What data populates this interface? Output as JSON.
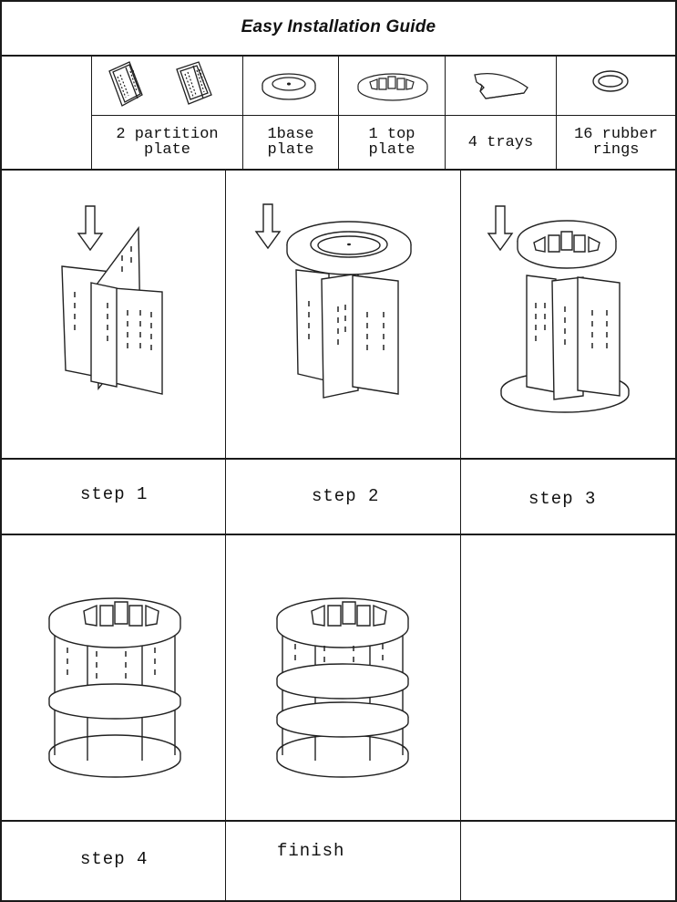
{
  "title": "Easy Installation Guide",
  "parts": [
    {
      "icon": "partition-plate-icon",
      "label": "2 partition\nplate"
    },
    {
      "icon": "base-plate-icon",
      "label": "1base\nplate"
    },
    {
      "icon": "top-plate-icon",
      "label": "1 top\nplate"
    },
    {
      "icon": "tray-icon",
      "label": "4 trays"
    },
    {
      "icon": "rubber-ring-icon",
      "label": "16 rubber\nrings"
    }
  ],
  "steps": {
    "step1": "step 1",
    "step2": "step 2",
    "step3": "step 3",
    "step4": "step 4",
    "finish": "finish"
  }
}
